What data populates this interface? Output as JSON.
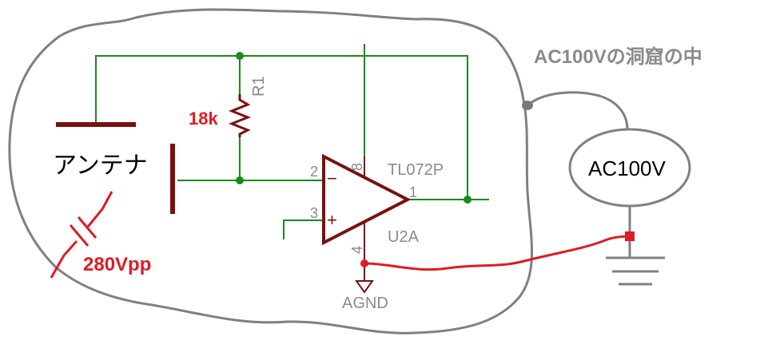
{
  "texts": {
    "cave_title": "AC100Vの洞窟の中",
    "ac_source": "AC100V",
    "antenna": "アンテナ",
    "resistor_value": "18k",
    "resistor_ref": "R1",
    "opamp_part": "TL072P",
    "opamp_ref": "U2A",
    "pin_inverting": "2",
    "pin_noninverting": "3",
    "pin_output": "1",
    "pin_vplus": "8",
    "pin_vminus": "4",
    "minus_sign": "−",
    "plus_sign": "+",
    "ground_label": "AGND",
    "coupling_voltage": "280Vpp"
  },
  "colors": {
    "wire": "#1a8a1a",
    "component": "#7a1010",
    "annotation": "#e01b24",
    "cave_outline": "#808080",
    "label_gray": "#8a8a8a"
  }
}
